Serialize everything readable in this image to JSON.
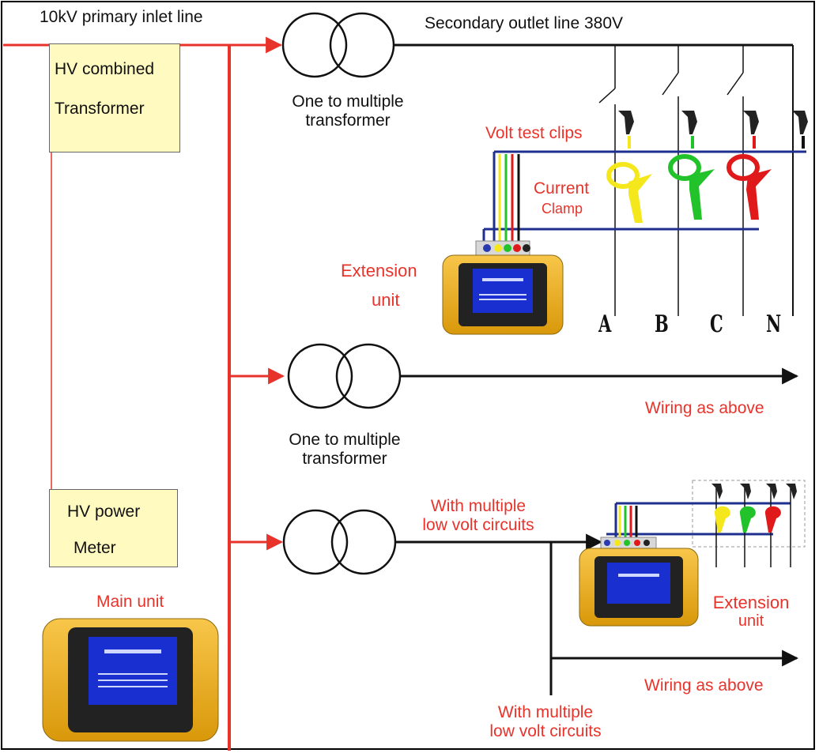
{
  "labels": {
    "primary_inlet": "10kV primary inlet line",
    "secondary_outlet": "Secondary outlet line 380V",
    "hv_combined_line1": "HV combined",
    "hv_combined_line2": "Transformer",
    "transformer1_line1": "One to multiple",
    "transformer1_line2": "transformer",
    "volt_test_clips": "Volt test clips",
    "current_clamp_line1": "Current",
    "current_clamp_line2": "Clamp",
    "extension_unit1_line1": "Extension",
    "extension_unit1_line2": "unit",
    "phase_a": "A",
    "phase_b": "B",
    "phase_c": "C",
    "phase_n": "N",
    "wiring_as_above_1": "Wiring as above",
    "transformer2_line1": "One to multiple",
    "transformer2_line2": "transformer",
    "with_multiple_1_line1": "With multiple",
    "with_multiple_1_line2": "low volt circuits",
    "hv_power_line1": "HV power",
    "hv_power_line2": "Meter",
    "main_unit": "Main unit",
    "extension_unit2_line1": "Extension",
    "extension_unit2_line2": "unit",
    "wiring_as_above_2": "Wiring as above",
    "with_multiple_2_line1": "With multiple",
    "with_multiple_2_line2": "low volt circuits"
  },
  "colors": {
    "hv_line": "#e8332b",
    "label_red": "#e8332b",
    "box_fill": "#fffbc0",
    "bus_blue": "#1f2f8f",
    "device_body": "#f2b51e",
    "device_screen": "#1a2fd0",
    "phase_a": "#f4e81c",
    "phase_b": "#22c32a",
    "phase_c": "#e01a1a",
    "phase_n": "#111111"
  },
  "icons": [
    "transformer-icon",
    "voltage-clip-icon",
    "current-clamp-icon",
    "tester-device-icon"
  ]
}
